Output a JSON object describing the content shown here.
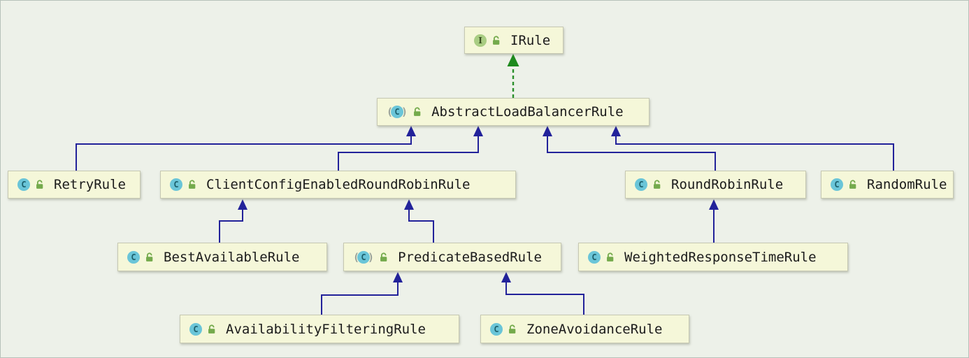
{
  "diagram": {
    "icon_glyphs": {
      "class_letter": "C",
      "interface_letter": "I",
      "abstract_paren_left": "(",
      "abstract_paren_right": ")"
    },
    "colors": {
      "background": "#edf1e9",
      "node_fill": "#f5f7d9",
      "node_border": "#c6c8b2",
      "inheritance_arrow": "#22229a",
      "realization_arrow": "#2a8f2a",
      "class_icon": "#6ac5d8",
      "interface_icon": "#a9cd83",
      "lock_icon": "#74aa4c"
    },
    "nodes": [
      {
        "id": "IRule",
        "label": "IRule",
        "kind": "interface",
        "visibility": "public"
      },
      {
        "id": "AbstractLoadBalancerRule",
        "label": "AbstractLoadBalancerRule",
        "kind": "abstract-class",
        "visibility": "public"
      },
      {
        "id": "RetryRule",
        "label": "RetryRule",
        "kind": "class",
        "visibility": "public"
      },
      {
        "id": "ClientConfigEnabledRoundRobinRule",
        "label": "ClientConfigEnabledRoundRobinRule",
        "kind": "class",
        "visibility": "public"
      },
      {
        "id": "RoundRobinRule",
        "label": "RoundRobinRule",
        "kind": "class",
        "visibility": "public"
      },
      {
        "id": "RandomRule",
        "label": "RandomRule",
        "kind": "class",
        "visibility": "public"
      },
      {
        "id": "BestAvailableRule",
        "label": "BestAvailableRule",
        "kind": "class",
        "visibility": "public"
      },
      {
        "id": "PredicateBasedRule",
        "label": "PredicateBasedRule",
        "kind": "abstract-class",
        "visibility": "public"
      },
      {
        "id": "WeightedResponseTimeRule",
        "label": "WeightedResponseTimeRule",
        "kind": "class",
        "visibility": "public"
      },
      {
        "id": "AvailabilityFilteringRule",
        "label": "AvailabilityFilteringRule",
        "kind": "class",
        "visibility": "public"
      },
      {
        "id": "ZoneAvoidanceRule",
        "label": "ZoneAvoidanceRule",
        "kind": "class",
        "visibility": "public"
      }
    ],
    "edges": [
      {
        "from": "AbstractLoadBalancerRule",
        "to": "IRule",
        "relation": "implements"
      },
      {
        "from": "RetryRule",
        "to": "AbstractLoadBalancerRule",
        "relation": "extends"
      },
      {
        "from": "ClientConfigEnabledRoundRobinRule",
        "to": "AbstractLoadBalancerRule",
        "relation": "extends"
      },
      {
        "from": "RoundRobinRule",
        "to": "AbstractLoadBalancerRule",
        "relation": "extends"
      },
      {
        "from": "RandomRule",
        "to": "AbstractLoadBalancerRule",
        "relation": "extends"
      },
      {
        "from": "BestAvailableRule",
        "to": "ClientConfigEnabledRoundRobinRule",
        "relation": "extends"
      },
      {
        "from": "PredicateBasedRule",
        "to": "ClientConfigEnabledRoundRobinRule",
        "relation": "extends"
      },
      {
        "from": "WeightedResponseTimeRule",
        "to": "RoundRobinRule",
        "relation": "extends"
      },
      {
        "from": "AvailabilityFilteringRule",
        "to": "PredicateBasedRule",
        "relation": "extends"
      },
      {
        "from": "ZoneAvoidanceRule",
        "to": "PredicateBasedRule",
        "relation": "extends"
      }
    ]
  }
}
